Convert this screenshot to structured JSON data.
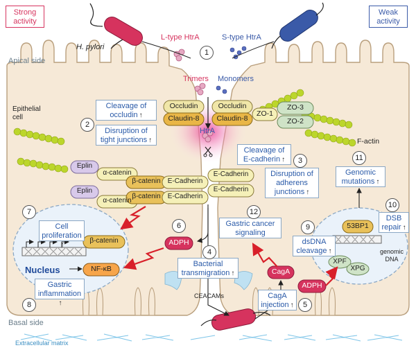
{
  "header": {
    "strong_activity": "Strong\nactivity",
    "weak_activity": "Weak\nactivity",
    "h_pylori": "H. pylori",
    "l_type": "L-type HtrA",
    "s_type": "S-type HtrA",
    "trimers": "Trimers",
    "monomers": "Monomers",
    "apical_side": "Apical side",
    "basal_side": "Basal side",
    "extracellular": "Extracellular matrix",
    "epithelial_cell": "Epithelial\ncell",
    "f_actin": "F-actin",
    "htra": "HtrA",
    "ceacams": "CEACAMs",
    "nucleus": "Nucleus",
    "genomic_dna": "genomic\nDNA"
  },
  "proteins": {
    "occludin_left": "Occludin",
    "claudin_left": "Claudin-8",
    "occludin_right": "Occludin",
    "claudin_right": "Claudin-8",
    "zo1": "ZO-1",
    "zo2": "ZO-2",
    "zo3": "ZO-3",
    "eplin1": "Eplin",
    "eplin2": "Eplin",
    "acat1": "α-catenin",
    "acat2": "α-catenin",
    "bcat1": "β-catenin",
    "bcat2": "β-catenin",
    "bcat_nuc": "β-catenin",
    "ecad1": "E-Cadherin",
    "ecad2": "E-Cadherin",
    "ecad3": "E-Cadherin",
    "ecad4": "E-Cadherin",
    "nfkb": "NF-κB",
    "adph1": "ADPH",
    "adph2": "ADPH",
    "caga1": "CagA",
    "p53bp1": "53BP1",
    "xpf": "XPF",
    "xpg": "XPG"
  },
  "boxes": {
    "cleavage_occludin": "Cleavage of\noccludin",
    "disruption_tight": "Disruption of\ntight junctions",
    "cleavage_ecad": "Cleavage of\nE-cadherin",
    "disruption_adherens": "Disruption of\nadherens\njunctions",
    "genomic_mutations": "Genomic\nmutations",
    "cell_prolif": "Cell\nproliferation",
    "gastric_infl": "Gastric\ninflammation",
    "gastric_cancer": "Gastric cancer\nsignaling",
    "dsb_repair": "DSB\nrepair",
    "dsdna": "dsDNA\ncleavage",
    "bacterial_trans": "Bacterial\ntransmigration",
    "caga_injection": "CagA\ninjection"
  },
  "numbers": [
    "1",
    "2",
    "3",
    "4",
    "5",
    "6",
    "7",
    "8",
    "9",
    "10",
    "11",
    "12"
  ],
  "colors": {
    "strong": "#d6335e",
    "weak": "#3a5aa8",
    "cell_fill": "#f6e9d7",
    "cell_stroke": "#b99f7d",
    "box_border": "#8aa7c4",
    "box_text": "#2a5aa8",
    "actin": "#bcd62b",
    "occludin": "#f0e6a8",
    "claudin": "#e9b646",
    "ecad": "#f5f0b8",
    "bcat": "#e9c15a",
    "eplin": "#d8c9ea",
    "red_arrow": "#d8202a",
    "htra_glow": "#e8338f"
  }
}
